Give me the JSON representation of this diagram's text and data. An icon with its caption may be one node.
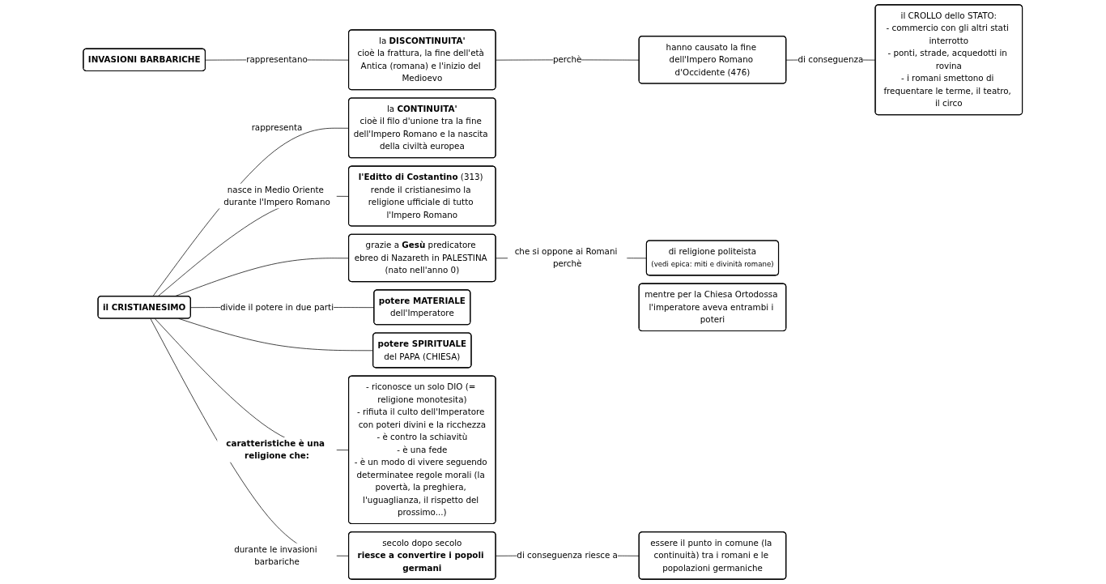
{
  "diagram": {
    "nodes": [
      {
        "text": [
          "INVASIONI BARBARICHE"
        ]
      },
      {
        "text": [
          "la **DISCONTINUITA'**",
          "cioè la frattura, la fine dell'età Antica (romana) e l'inizio del Medioevo"
        ]
      },
      {
        "text": [
          "hanno causato la fine dell'Impero Romano d'Occidente (476)"
        ]
      },
      {
        "text": [
          "il CROLLO dello STATO:",
          "- commercio con gli altri stati interrotto",
          "- ponti, strade, acquedotti in rovina",
          "- i romani smettono di frequentare le terme, il teatro, il circo"
        ]
      },
      {
        "text": [
          "il CRISTIANESIMO"
        ]
      },
      {
        "text": [
          "la **CONTINUITA'**",
          "cioè il filo d'unione tra la fine dell'Impero Romano e la nascita della civiltà europea"
        ]
      },
      {
        "text": [
          "**l'Editto di Costantino** (313) rende il cristianesimo la religione ufficiale di tutto l'Impero Romano"
        ]
      },
      {
        "text": [
          "grazie a **Gesù** predicatore ebreo di Nazareth in PALESTINA (nato nell'anno 0)"
        ]
      },
      {
        "text": [
          "di religione politeista",
          "(vedi epica: miti e divinità romane)"
        ]
      },
      {
        "text": [
          "potere MATERIALE",
          "dell'Imperatore"
        ]
      },
      {
        "text": [
          "potere SPIRITUALE",
          "del PAPA (CHIESA)"
        ]
      },
      {
        "text": [
          "mentre per la Chiesa Ortodossa l'imperatore aveva entrambi i poteri"
        ]
      },
      {
        "text": [
          "- riconosce un solo DIO (= religione monotesita)",
          "- rifiuta il culto dell'Imperatore con poteri divini e la ricchezza",
          "- è contro la schiavitù",
          "- è una fede",
          "- è un modo di vivere seguendo determinatee regole morali (la povertà, la preghiera, l'uguaglianza, il rispetto del prossimo...)"
        ]
      },
      {
        "text": [
          "secolo dopo secolo",
          "riesce a convertire i popoli germani"
        ]
      },
      {
        "text": [
          "essere il punto in comune (la continuità) tra i romani e le popolazioni germaniche"
        ]
      }
    ],
    "edges": [
      {
        "from": 0,
        "to": 1,
        "arrow": "none",
        "label": "rappresentano"
      },
      {
        "from": 1,
        "to": 2,
        "arrow": "none",
        "label": "perchè"
      },
      {
        "from": 2,
        "to": 3,
        "arrow": "none",
        "label": "di conseguenza"
      },
      {
        "from": 4,
        "to": 5,
        "arrow": "none",
        "label": "rappresenta"
      },
      {
        "from": 4,
        "to": 12,
        "arrow": "none",
        "label": "caratteristiche è una religione che:"
      },
      {
        "from": 4,
        "to": 9,
        "arrow": "none",
        "label": "divide il potere in due parti"
      },
      {
        "from": 4,
        "to": 10,
        "arrow": "none"
      },
      {
        "from": 4,
        "to": 13,
        "arrow": "none",
        "label": "durante le invasioni barbariche"
      },
      {
        "from": 4,
        "to": 6,
        "arrow": "none",
        "label": "nasce in Medio Oriente durante l'Impero Romano"
      },
      {
        "from": 4,
        "to": 7,
        "arrow": "none"
      },
      {
        "from": 7,
        "to": 8,
        "arrow": "none",
        "label": "che si oppone ai Romani perchè"
      },
      {
        "from": 13,
        "to": 14,
        "arrow": "none",
        "label": "di conseguenza riesce a"
      }
    ]
  }
}
